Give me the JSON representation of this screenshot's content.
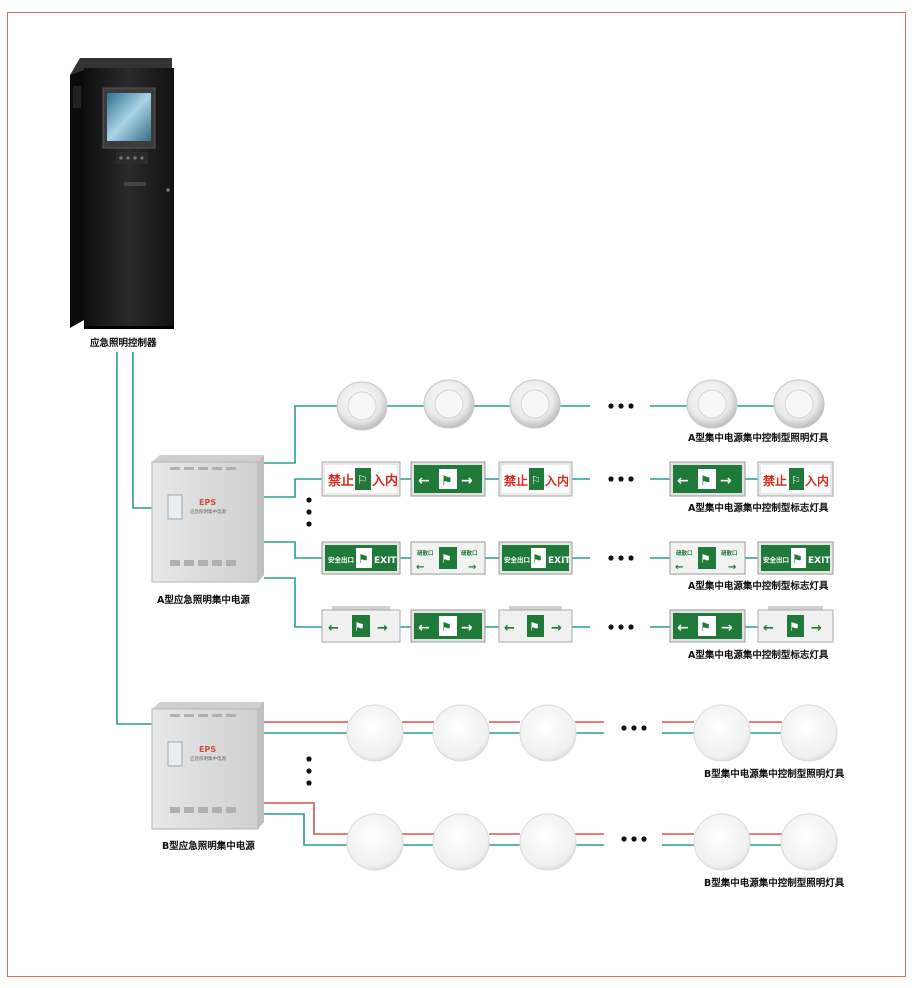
{
  "colors": {
    "green_wire": "#2a9d8f",
    "red_wire": "#d9534f",
    "frame_border": "#d9705a",
    "sign_green": "#1f7a3a",
    "sign_red": "#d62b1f",
    "box_gray": "#dcdcdc",
    "cabinet": "#1c1c1c"
  },
  "labels": {
    "controller": "应急照明控制器",
    "a_power": "A型应急照明集中电源",
    "b_power": "B型应急照明集中电源",
    "a_row1": "A型集中电源集中控制型照明灯具",
    "a_row2": "A型集中电源集中控制型标志灯具",
    "a_row3": "A型集中电源集中控制型标志灯具",
    "a_row4": "A型集中电源集中控制型标志灯具",
    "b_row1": "B型集中电源集中控制型照明灯具",
    "b_row2": "B型集中电源集中控制型照明灯具"
  },
  "device_text": {
    "eps": "EPS",
    "eps_sub": "应急照明集中电源",
    "no_entry_a": "禁止",
    "no_entry_b": "入内",
    "safe_exit": "安全出口",
    "exit": "EXIT",
    "evac_exit": "疏散口"
  },
  "icons": {
    "controller": "control-cabinet-icon",
    "power_box": "eps-power-box-icon",
    "ceiling_lamp": "ceiling-emergency-lamp-icon",
    "round_lamp": "round-ceiling-lamp-icon",
    "exit_sign": "running-man-exit-sign-icon"
  }
}
